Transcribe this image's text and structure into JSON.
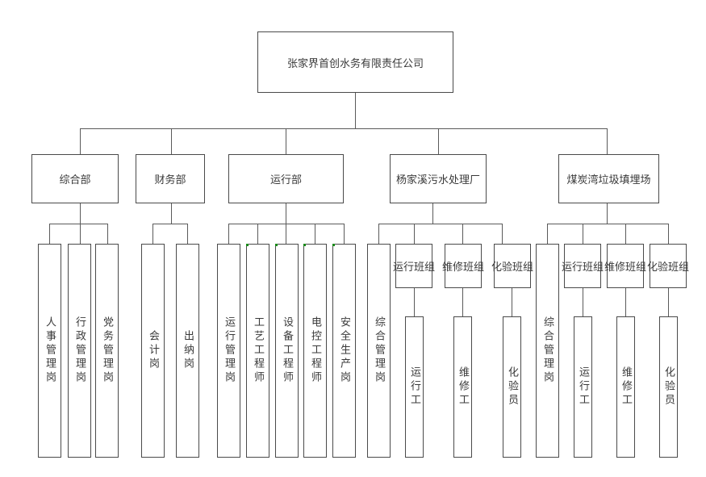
{
  "company": "张家界首创水务有限责任公司",
  "departments": [
    {
      "name": "综合部",
      "children": [
        {
          "label": "人事管理岗"
        },
        {
          "label": "行政管理岗"
        },
        {
          "label": "党务管理岗"
        }
      ]
    },
    {
      "name": "财务部",
      "children": [
        {
          "label": "会计岗"
        },
        {
          "label": "出纳岗"
        }
      ]
    },
    {
      "name": "运行部",
      "children": [
        {
          "label": "运行管理岗"
        },
        {
          "label": "工艺工程师"
        },
        {
          "label": "设备工程师"
        },
        {
          "label": "电控工程师"
        },
        {
          "label": "安全生产岗"
        }
      ]
    },
    {
      "name": "杨家溪污水处理厂",
      "children": [
        {
          "label": "综合管理岗"
        },
        {
          "label": "运行班组",
          "sub": "运行工"
        },
        {
          "label": "维修班组",
          "sub": "维修工"
        },
        {
          "label": "化验班组",
          "sub": "化验员"
        }
      ]
    },
    {
      "name": "煤炭湾垃圾填埋场",
      "children": [
        {
          "label": "综合管理岗"
        },
        {
          "label": "运行班组",
          "sub": "运行工"
        },
        {
          "label": "维修班组",
          "sub": "维修工"
        },
        {
          "label": "化验班组",
          "sub": "化验员"
        }
      ]
    }
  ]
}
